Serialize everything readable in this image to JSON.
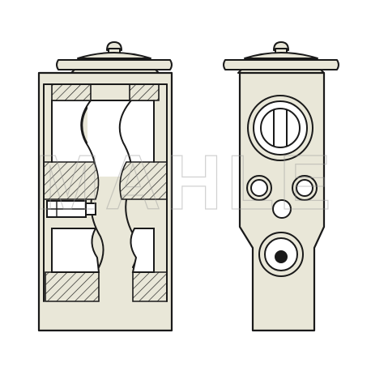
{
  "diagram": {
    "views": [
      {
        "id": "sectional-side-view"
      },
      {
        "id": "front-port-view"
      }
    ],
    "colors": {
      "body": "#e9e7d8",
      "outline": "#1a1a1a",
      "background": "#ffffff",
      "watermark": "#9a9a9a"
    }
  },
  "watermark": {
    "text": "MAHLE"
  }
}
